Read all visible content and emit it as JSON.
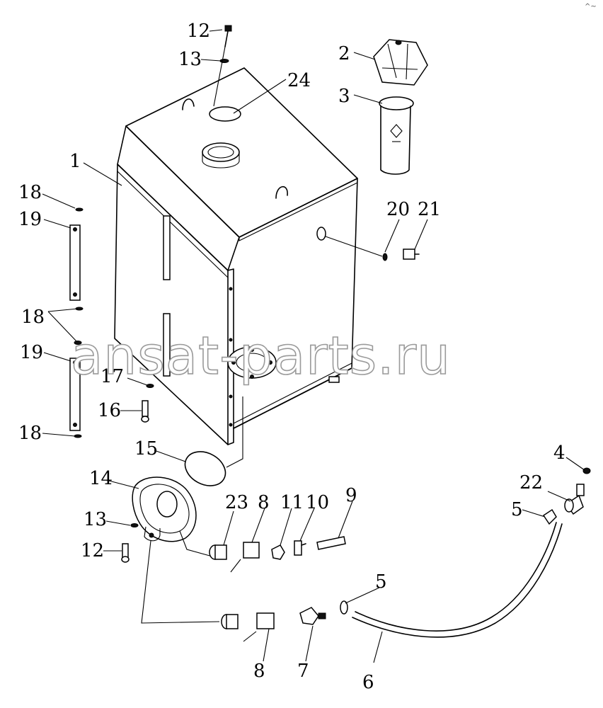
{
  "callouts": {
    "c1": "1",
    "c2": "2",
    "c3": "3",
    "c4": "4",
    "c5a": "5",
    "c5b": "5",
    "c6": "6",
    "c7": "7",
    "c8a": "8",
    "c8b": "8",
    "c9": "9",
    "c10": "10",
    "c11": "11",
    "c12a": "12",
    "c12b": "12",
    "c13a": "13",
    "c13b": "13",
    "c14": "14",
    "c15": "15",
    "c16": "16",
    "c17": "17",
    "c18a": "18",
    "c18b": "18",
    "c18c": "18",
    "c19a": "19",
    "c19b": "19",
    "c20": "20",
    "c21": "21",
    "c22": "22",
    "c23": "23",
    "c24": "24"
  },
  "watermark": "ansat-parts.ru",
  "corner_mark": "^~"
}
